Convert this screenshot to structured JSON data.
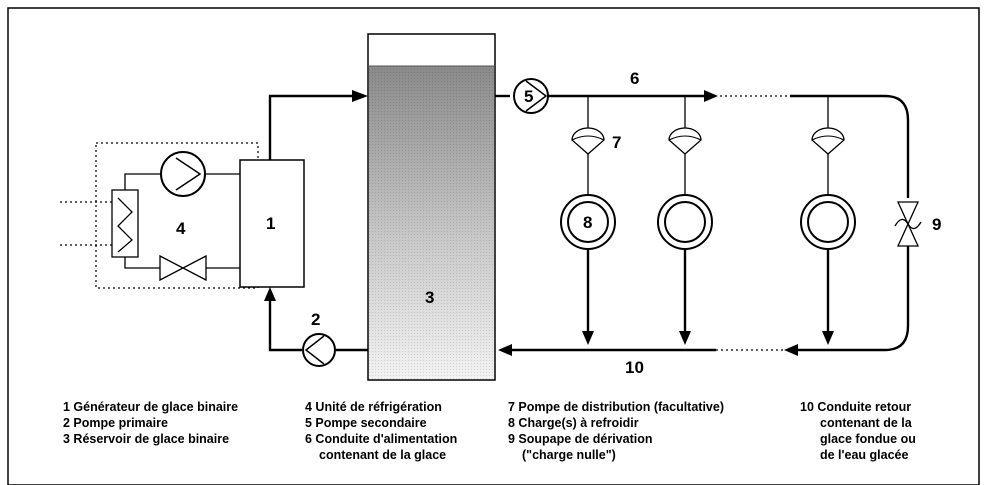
{
  "labels": {
    "n1": "1",
    "n2": "2",
    "n3": "3",
    "n4": "4",
    "n5": "5",
    "n6": "6",
    "n7": "7",
    "n8": "8",
    "n9": "9",
    "n10": "10"
  },
  "legend": {
    "col1": [
      "1 Générateur de glace binaire",
      "2 Pompe primaire",
      "3 Réservoir de glace binaire"
    ],
    "col2": [
      "4 Unité de réfrigération",
      "5 Pompe secondaire",
      "6 Conduite d'alimentation",
      "contenant de la glace"
    ],
    "col3": [
      "7 Pompe de distribution (facultative)",
      "8 Charge(s) à refroidir",
      "9 Soupape de dérivation",
      "(\"charge nulle\")"
    ],
    "col4": [
      "10 Conduite retour",
      "contenant de la",
      "glace fondue ou",
      "de l'eau glacée"
    ]
  },
  "colors": {
    "line": "#000000",
    "tank_top": "#8a8a8a",
    "tank_bottom": "#f2f2f2"
  }
}
